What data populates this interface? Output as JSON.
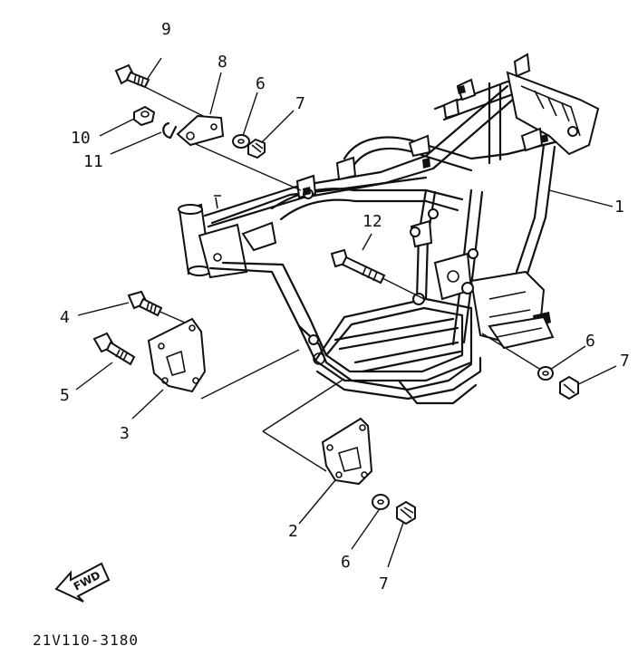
{
  "diagram": {
    "callouts": {
      "c1": "1",
      "c2": "2",
      "c3": "3",
      "c4": "4",
      "c5": "5",
      "c6a": "6",
      "c6b": "6",
      "c6c": "6",
      "c7a": "7",
      "c7b": "7",
      "c7c": "7",
      "c8": "8",
      "c9": "9",
      "c10": "10",
      "c11": "11",
      "c12": "12"
    },
    "fwd_label": "FWD",
    "drawing_code": "21V110-3180"
  }
}
